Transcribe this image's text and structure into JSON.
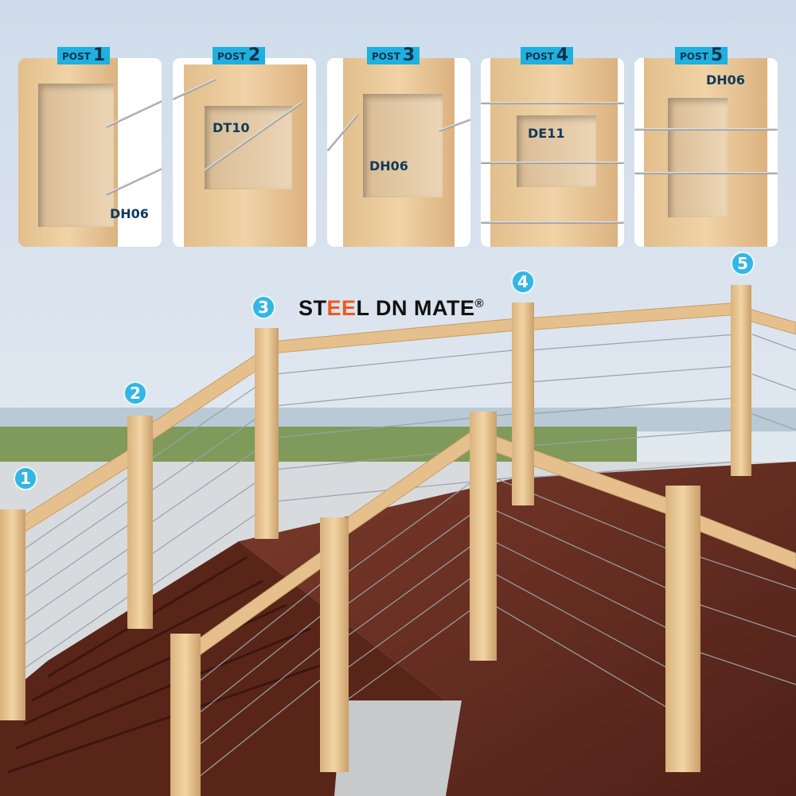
{
  "brand": {
    "name_parts": [
      "ST",
      "EE",
      "L DN MATE"
    ],
    "registered": "®",
    "accent": "#ef5a1c"
  },
  "panels": [
    {
      "tab_word": "POST",
      "tab_num": "1",
      "code": "DH06"
    },
    {
      "tab_word": "POST",
      "tab_num": "2",
      "code": "DT10"
    },
    {
      "tab_word": "POST",
      "tab_num": "3",
      "code": "DH06"
    },
    {
      "tab_word": "POST",
      "tab_num": "4",
      "code": "DE11"
    },
    {
      "tab_word": "POST",
      "tab_num": "5",
      "code": "DH06"
    }
  ],
  "markers": [
    "1",
    "2",
    "3",
    "4",
    "5"
  ],
  "colors": {
    "tab": "#1fb0df",
    "marker": "#33b6e4",
    "code_text": "#123a58",
    "deck": "#6a2f22",
    "wood": "#e8c593"
  }
}
